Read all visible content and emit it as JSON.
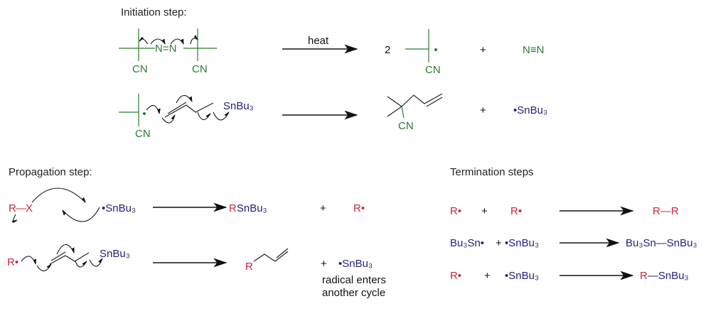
{
  "initiation": {
    "title": "Initiation step:",
    "row1": {
      "cn_left": "CN",
      "azo": "N=N",
      "cn_right": "CN",
      "condition": "heat",
      "coefficient": "2",
      "radical_cn": "CN",
      "plus": "+",
      "n2": "N≡N"
    },
    "row2": {
      "cn": "CN",
      "stannane": "SnBu₃",
      "product_cn": "CN",
      "plus": "+",
      "tin_radical": "•SnBu₃"
    }
  },
  "propagation": {
    "title": "Propagation step:",
    "row1": {
      "r": "R",
      "bond": "—",
      "x": "X",
      "tin_radical": "•SnBu₃",
      "product_r": "R",
      "product_sn": "SnBu₃",
      "plus": "+",
      "r_radical": "R•"
    },
    "row2": {
      "r_radical": "R•",
      "stannane": "SnBu₃",
      "product_r": "R",
      "plus": "+",
      "tin_radical": "•SnBu₃",
      "note_line1": "radical enters",
      "note_line2": "another cycle"
    }
  },
  "termination": {
    "title": "Termination steps",
    "row1": {
      "a": "R•",
      "plus": "+",
      "b": "R•",
      "product": "R—R"
    },
    "row2": {
      "a": "Bu₃Sn•",
      "plus": "+",
      "b": "•SnBu₃",
      "product": "Bu₃Sn—SnBu₃"
    },
    "row3": {
      "a": "R•",
      "plus": "+",
      "b": "•SnBu₃",
      "product_r": "R",
      "product_rest": "—SnBu₃"
    }
  },
  "colors": {
    "carbon_fragment": "#2d7a32",
    "tin": "#23237a",
    "alkyl": "#c8283c"
  }
}
